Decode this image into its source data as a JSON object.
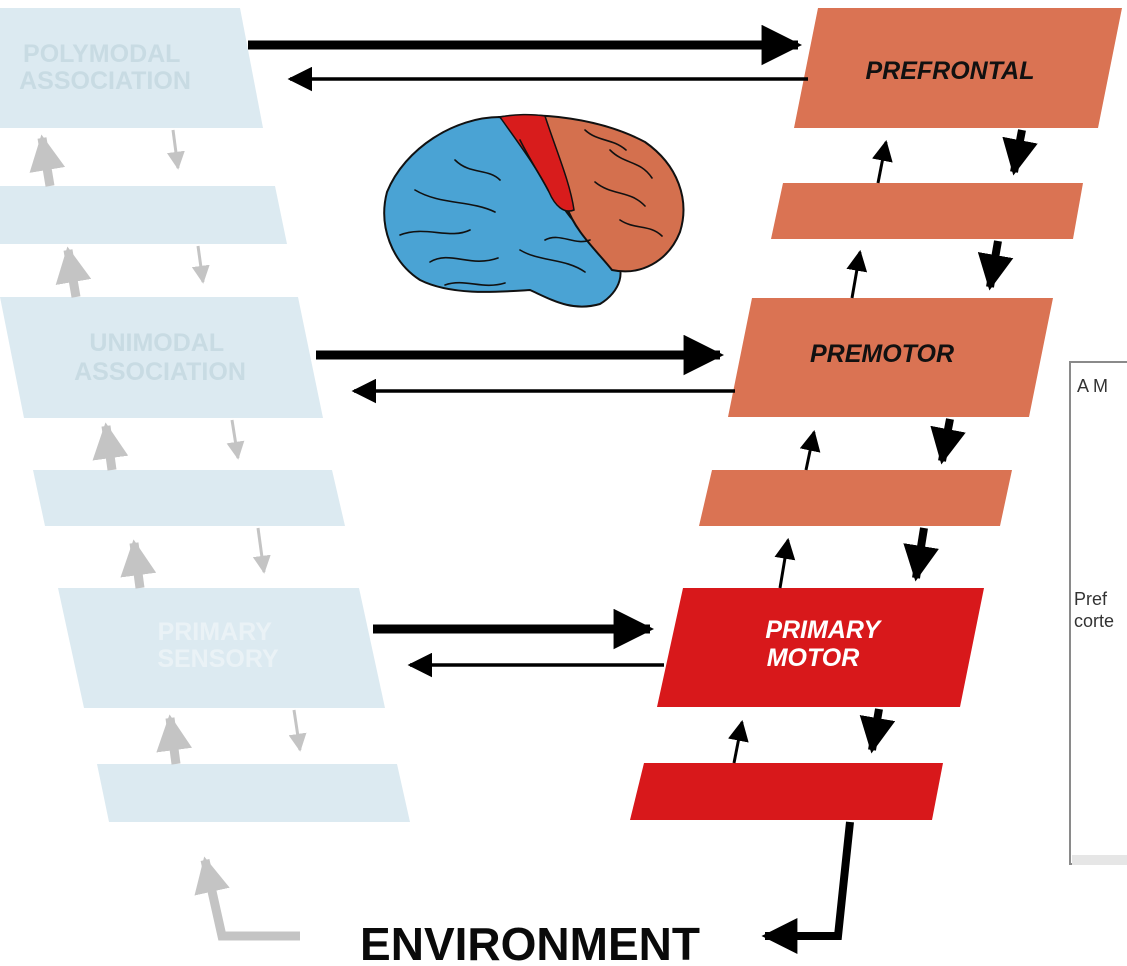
{
  "colors": {
    "sensory_fill": "#dceaf1",
    "sensory_arrow": "#c4c4c4",
    "motor_fill": "#da7353",
    "primary_motor_fill": "#d8181b",
    "brain_posterior": "#4aa3d4",
    "brain_anterior": "#d4704e",
    "brain_motor_strip": "#d81c1c"
  },
  "sensory_hierarchy": {
    "polymodal": [
      "POLYMODAL",
      "ASSOCIATION"
    ],
    "unimodal": [
      "UNIMODAL",
      "ASSOCIATION"
    ],
    "primary": [
      "PRIMARY",
      "SENSORY"
    ]
  },
  "motor_hierarchy": {
    "prefrontal": "PREFRONTAL",
    "premotor": "PREMOTOR",
    "primary": [
      "PRIMARY",
      "MOTOR"
    ]
  },
  "environment": "ENVIRONMENT",
  "inset": {
    "heading": "A  M",
    "line1": "Pref",
    "line2": "corte"
  }
}
